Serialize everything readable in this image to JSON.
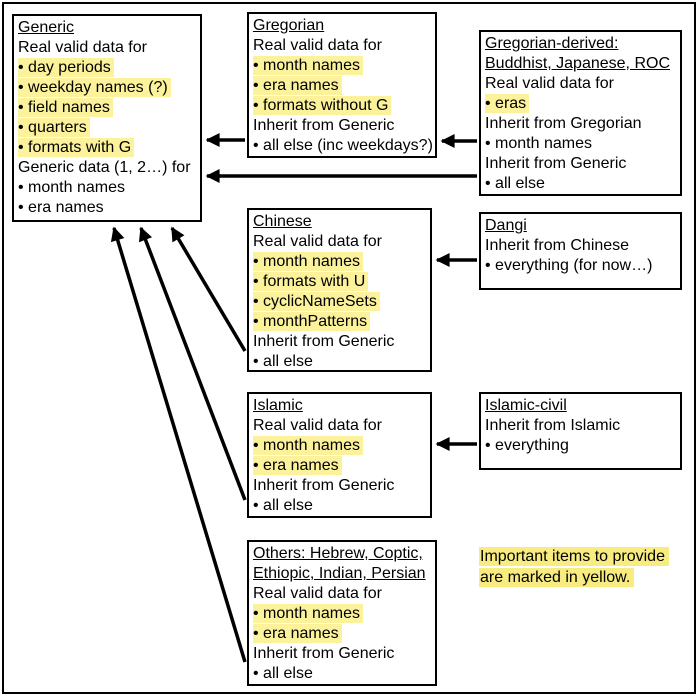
{
  "diagram_title": "Calendar data inheritance",
  "colors": {
    "highlight": "#FBF29B",
    "note_highlight": "#F8EC80",
    "border": "#000000",
    "arrow": "#000000",
    "background": "#FFFFFF"
  },
  "boxes": {
    "generic": {
      "title": [
        "Generic"
      ],
      "lines": [
        {
          "text": "Real valid data for",
          "hl": false
        },
        {
          "text": "• day periods",
          "hl": true
        },
        {
          "text": "• weekday names (?)",
          "hl": true
        },
        {
          "text": "• field names",
          "hl": true
        },
        {
          "text": "• quarters",
          "hl": true
        },
        {
          "text": "• formats with G",
          "hl": true
        },
        {
          "text": "Generic data (1, 2…) for",
          "hl": false
        },
        {
          "text": "• month names",
          "hl": false
        },
        {
          "text": "• era names",
          "hl": false
        }
      ]
    },
    "gregorian": {
      "title": [
        "Gregorian"
      ],
      "lines": [
        {
          "text": "Real valid data for",
          "hl": false
        },
        {
          "text": "• month names",
          "hl": true
        },
        {
          "text": "• era names",
          "hl": true
        },
        {
          "text": "• formats without G",
          "hl": true
        },
        {
          "text": "Inherit from Generic",
          "hl": false
        },
        {
          "text": "• all else (inc weekdays?)",
          "hl": false
        }
      ]
    },
    "gregorian_derived": {
      "title": [
        "Gregorian-derived:",
        "Buddhist, Japanese, ROC"
      ],
      "lines": [
        {
          "text": "Real valid data for",
          "hl": false
        },
        {
          "text": "• eras",
          "hl": true
        },
        {
          "text": "Inherit from Gregorian",
          "hl": false
        },
        {
          "text": "• month names",
          "hl": false
        },
        {
          "text": "Inherit from Generic",
          "hl": false
        },
        {
          "text": "• all else",
          "hl": false
        }
      ]
    },
    "chinese": {
      "title": [
        "Chinese"
      ],
      "lines": [
        {
          "text": "Real valid data for",
          "hl": false
        },
        {
          "text": "• month names",
          "hl": true
        },
        {
          "text": "• formats with U",
          "hl": true
        },
        {
          "text": "• cyclicNameSets",
          "hl": true
        },
        {
          "text": "• monthPatterns",
          "hl": true
        },
        {
          "text": "Inherit from Generic",
          "hl": false
        },
        {
          "text": "• all else",
          "hl": false
        }
      ]
    },
    "dangi": {
      "title": [
        "Dangi"
      ],
      "lines": [
        {
          "text": "Inherit from Chinese",
          "hl": false
        },
        {
          "text": "• everything (for now…)",
          "hl": false
        }
      ]
    },
    "islamic": {
      "title": [
        "Islamic"
      ],
      "lines": [
        {
          "text": "Real valid data for",
          "hl": false
        },
        {
          "text": "• month names",
          "hl": true
        },
        {
          "text": "• era names",
          "hl": true
        },
        {
          "text": "Inherit from Generic",
          "hl": false
        },
        {
          "text": "• all else",
          "hl": false
        }
      ]
    },
    "islamic_civil": {
      "title": [
        "Islamic-civil"
      ],
      "lines": [
        {
          "text": "Inherit from Islamic",
          "hl": false
        },
        {
          "text": "• everything",
          "hl": false
        }
      ]
    },
    "others": {
      "title": [
        "Others: Hebrew, Coptic,",
        "Ethiopic, Indian, Persian"
      ],
      "lines": [
        {
          "text": "Real valid data for",
          "hl": false
        },
        {
          "text": "• month names",
          "hl": true
        },
        {
          "text": "• era names",
          "hl": true
        },
        {
          "text": "Inherit from Generic",
          "hl": false
        },
        {
          "text": "• all else",
          "hl": false
        }
      ]
    }
  },
  "note": {
    "lines": [
      "Important items to provide",
      "are marked in yellow."
    ]
  },
  "arrows": [
    {
      "from": "gregorian",
      "to": "generic"
    },
    {
      "from": "gregorian_derived",
      "to": "gregorian"
    },
    {
      "from": "gregorian_derived",
      "to": "generic"
    },
    {
      "from": "dangi",
      "to": "chinese"
    },
    {
      "from": "islamic_civil",
      "to": "islamic"
    },
    {
      "from": "chinese",
      "to": "generic"
    },
    {
      "from": "islamic",
      "to": "generic"
    },
    {
      "from": "others",
      "to": "generic"
    }
  ]
}
